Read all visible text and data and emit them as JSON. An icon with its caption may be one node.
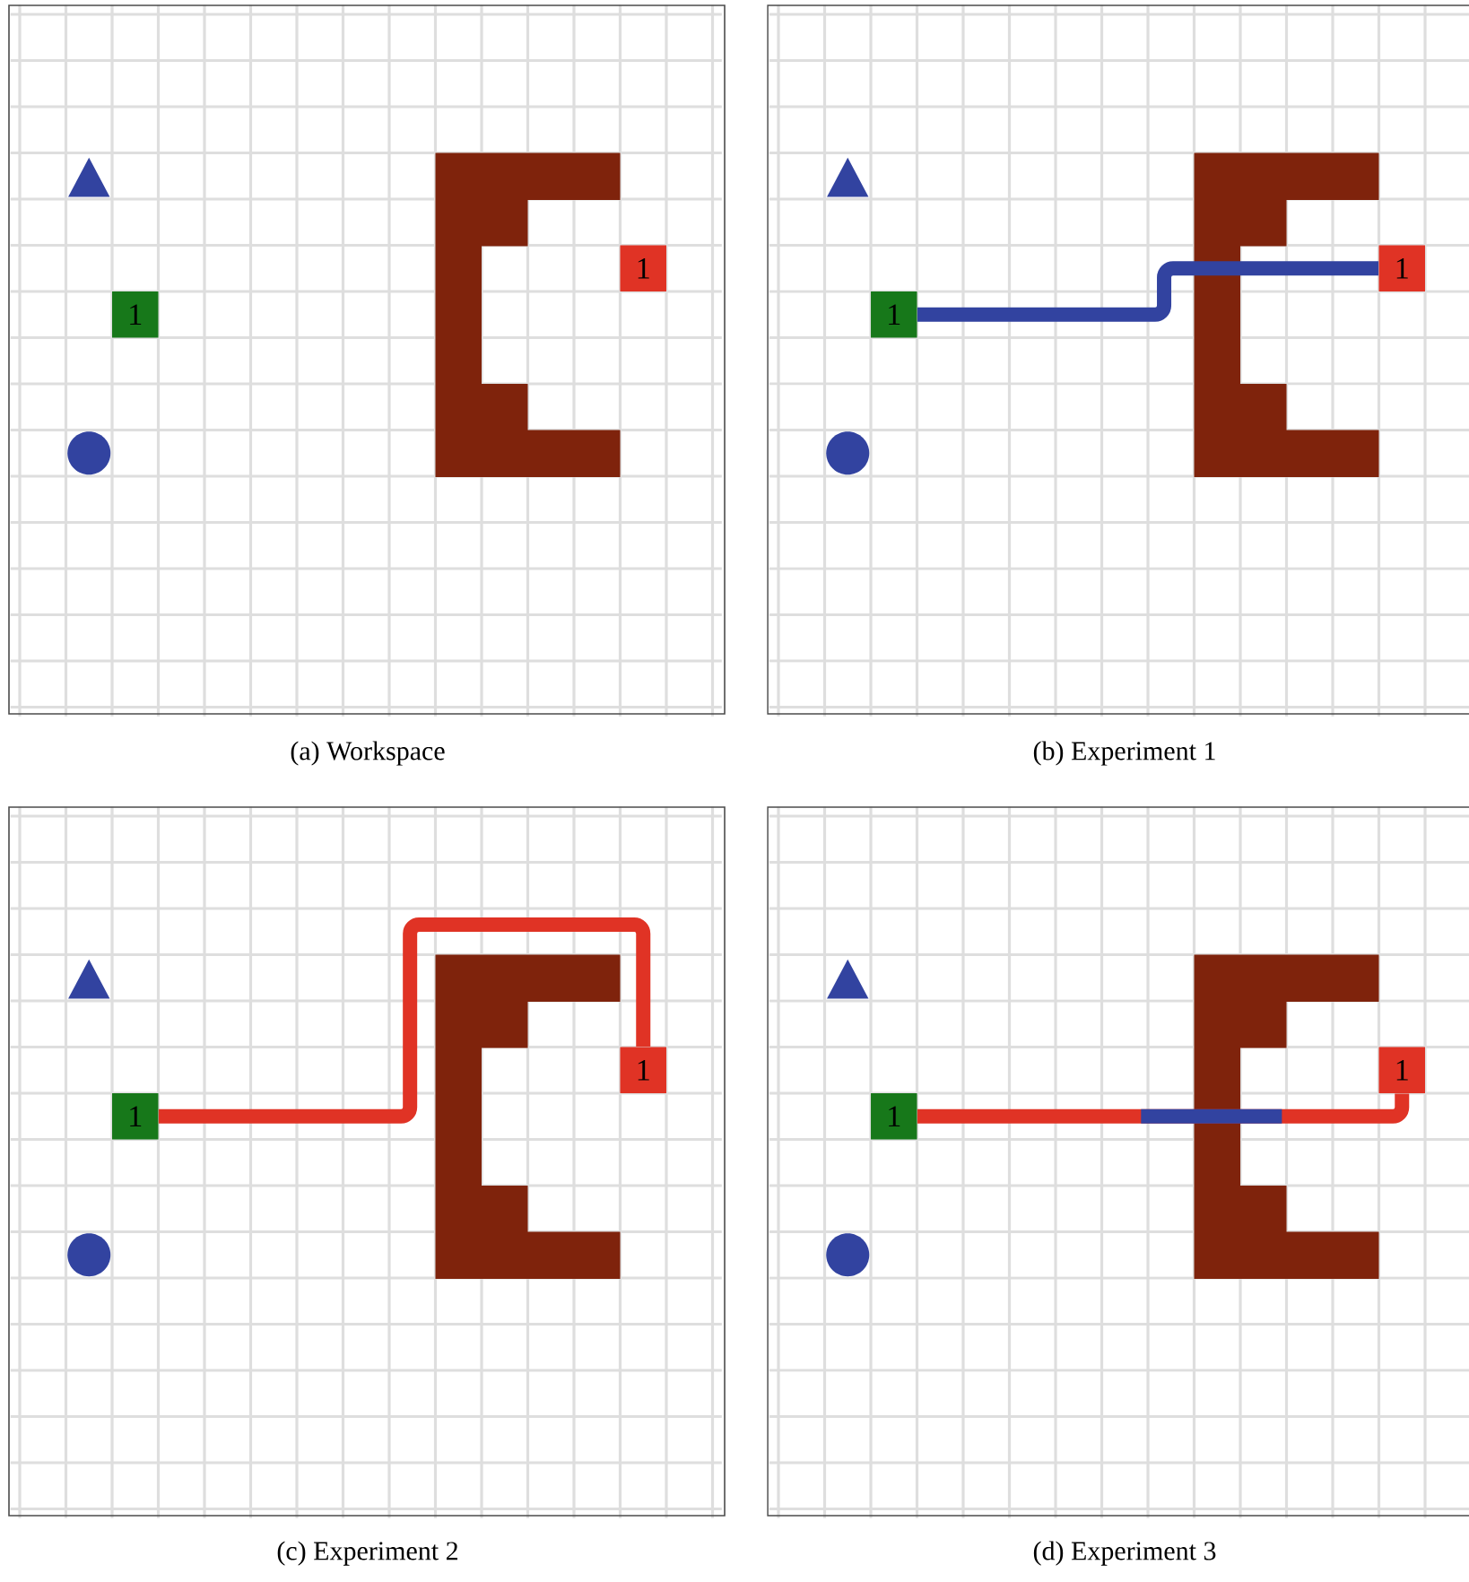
{
  "diagram": {
    "nodes": [
      {
        "text": [
          "1"
        ]
      },
      {
        "text": [
          "1"
        ]
      },
      {
        "text": [
          "1"
        ]
      },
      {
        "text": [
          "1"
        ]
      },
      {
        "text": [
          "1"
        ]
      },
      {
        "text": [
          "1"
        ]
      },
      {
        "text": [
          "1"
        ]
      },
      {
        "text": [
          "1"
        ]
      }
    ],
    "edges": [
      {
        "from": 2,
        "to": 3,
        "arrow": "none",
        "color": "#3243a0"
      },
      {
        "from": 4,
        "to": 5,
        "arrow": "none",
        "color": "#e03325"
      },
      {
        "from": 6,
        "to": 7,
        "arrow": "none",
        "color": "#e03325"
      }
    ],
    "labels": [
      "(a) Workspace",
      "(b) Experiment 1",
      "(c) Experiment 2",
      "(d) Experiment 3"
    ]
  }
}
